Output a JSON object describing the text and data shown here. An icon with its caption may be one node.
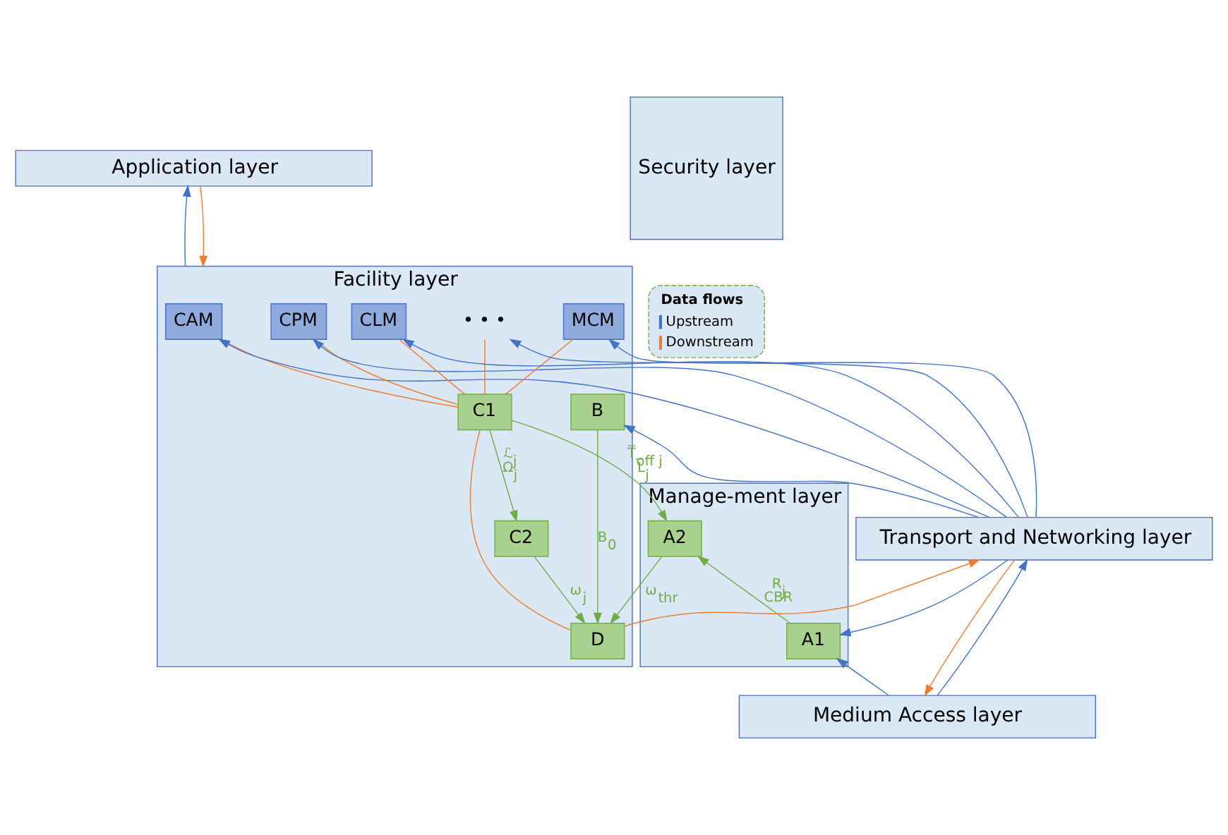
{
  "diagram": {
    "nodes": [
      {
        "text": [
          "Manage-ment layer"
        ]
      },
      {
        "text": [
          "A2"
        ],
        "in": 0
      },
      {
        "text": [
          "A1"
        ],
        "in": 0
      },
      {
        "text": [
          "Application layer"
        ]
      },
      {
        "text": [
          "Facility layer"
        ]
      },
      {
        "text": [
          "CAM"
        ],
        "in": 4
      },
      {
        "text": [
          "CPM"
        ],
        "in": 4
      },
      {
        "text": [
          "MCM"
        ],
        "in": 4
      },
      {
        "text": [
          "• • •"
        ],
        "in": 4
      },
      {
        "text": [
          "CLM"
        ],
        "in": 4
      },
      {
        "text": [
          "B"
        ],
        "in": 4
      },
      {
        "text": [
          "C1"
        ],
        "in": 4
      },
      {
        "text": [
          "D"
        ],
        "in": 4
      },
      {
        "text": [
          "C2"
        ],
        "in": 4
      },
      {
        "text": [
          "Transport and Networking layer"
        ]
      },
      {
        "text": [
          "Medium Access layer"
        ]
      },
      {
        "text": [
          "Security layer"
        ]
      }
    ],
    "edges": [
      {
        "from": 4,
        "to": 3,
        "arrow": "to",
        "color": "#4472c4"
      },
      {
        "from": 3,
        "to": 4,
        "arrow": "to",
        "color": "#ed7d31"
      },
      {
        "from": 14,
        "to": 5,
        "arrow": "to",
        "color": "#4472c4"
      },
      {
        "from": 14,
        "to": 6,
        "arrow": "to",
        "color": "#4472c4"
      },
      {
        "from": 14,
        "to": 7,
        "arrow": "to",
        "color": "#4472c4"
      },
      {
        "from": 14,
        "to": 8,
        "arrow": "to",
        "color": "#4472c4"
      },
      {
        "from": 14,
        "to": 9,
        "arrow": "to",
        "color": "#4472c4"
      },
      {
        "from": 14,
        "to": 10,
        "arrow": "to",
        "color": "#4472c4"
      },
      {
        "from": 5,
        "to": 11,
        "arrow": "none",
        "color": "#ed7d31"
      },
      {
        "from": 6,
        "to": 11,
        "arrow": "none",
        "color": "#ed7d31"
      },
      {
        "from": 7,
        "to": 11,
        "arrow": "none",
        "color": "#ed7d31"
      },
      {
        "from": 8,
        "to": 11,
        "arrow": "none",
        "color": "#ed7d31"
      },
      {
        "from": 9,
        "to": 11,
        "arrow": "none",
        "color": "#ed7d31"
      },
      {
        "from": 11,
        "to": 12,
        "arrow": "none",
        "color": "#ed7d31"
      },
      {
        "from": 12,
        "to": 14,
        "arrow": "to",
        "color": "#ed7d31"
      },
      {
        "from": 11,
        "to": 1,
        "arrow": "to",
        "label": "T̅$_{off j}$ L̅$_{j}$",
        "color": "#70ad47"
      },
      {
        "from": 11,
        "to": 13,
        "arrow": "to",
        "label": "ℒ$_{j}$ Ω$_{j}$",
        "color": "#70ad47"
      },
      {
        "from": 13,
        "to": 12,
        "arrow": "to",
        "label": "ω$_{j}$",
        "color": "#70ad47"
      },
      {
        "from": 10,
        "to": 12,
        "arrow": "to",
        "label": "B$_{0}$",
        "color": "#70ad47"
      },
      {
        "from": 1,
        "to": 12,
        "arrow": "to",
        "label": "ω$_{thr}$",
        "color": "#70ad47"
      },
      {
        "from": 2,
        "to": 1,
        "arrow": "to",
        "label": "R$_{j}$ CBR",
        "color": "#70ad47"
      },
      {
        "from": 14,
        "to": 2,
        "arrow": "to",
        "color": "#4472c4"
      },
      {
        "from": 15,
        "to": 2,
        "arrow": "to",
        "color": "#4472c4"
      },
      {
        "from": 15,
        "to": 14,
        "arrow": "to",
        "color": "#4472c4"
      },
      {
        "from": 14,
        "to": 15,
        "arrow": "to",
        "color": "#ed7d31"
      }
    ],
    "labels": [
      "Data flows"
    ],
    "legend": [
      {
        "text": "Upstream"
      },
      {
        "text": "Downstream"
      }
    ]
  }
}
